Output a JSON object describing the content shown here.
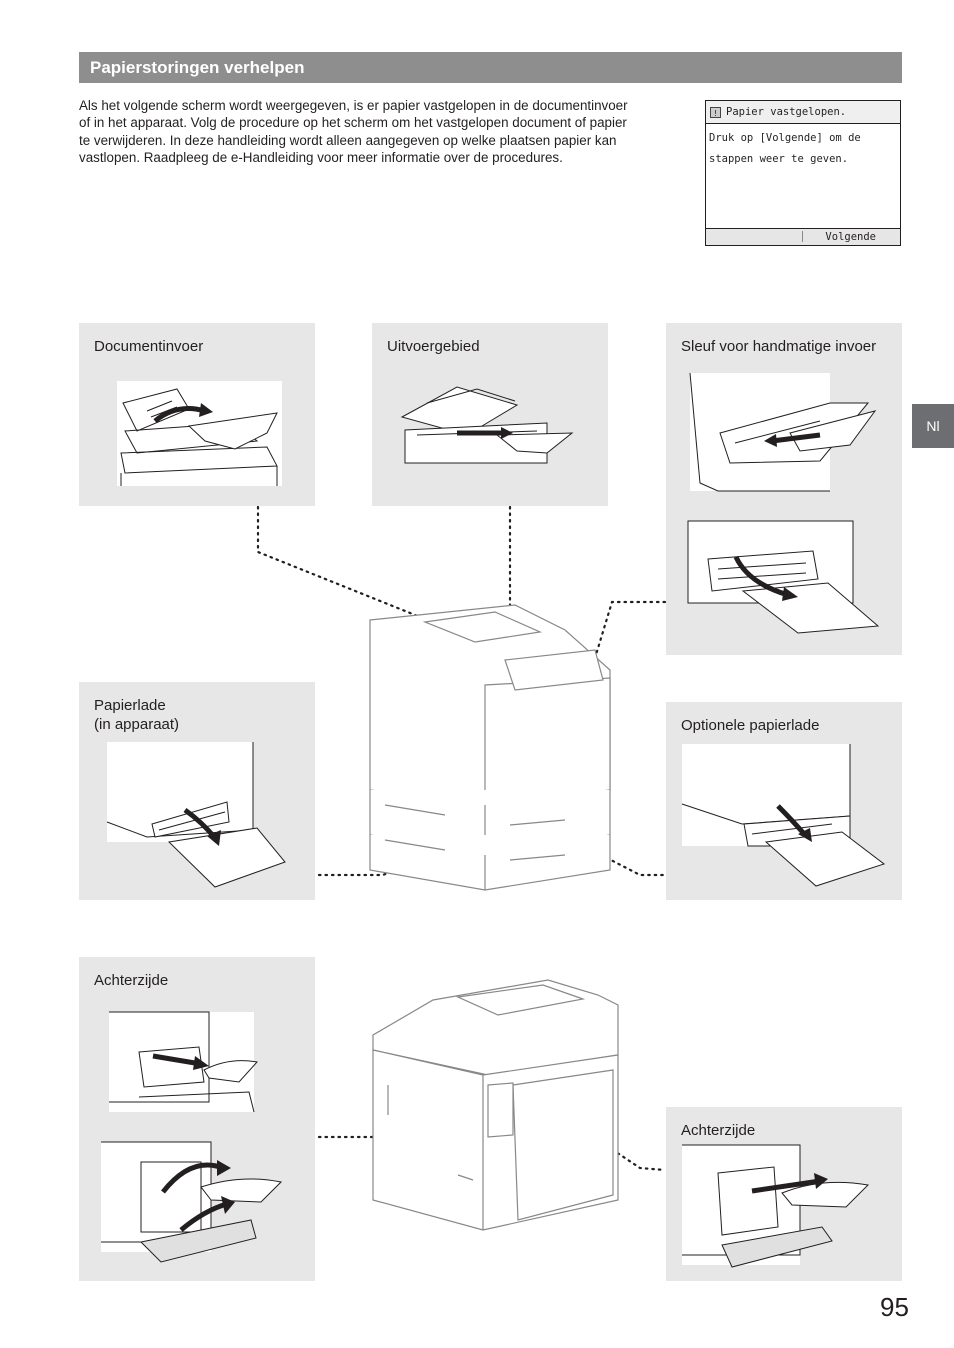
{
  "section": {
    "title": "Papierstoringen verhelpen"
  },
  "intro": {
    "lines": [
      "Als het volgende scherm wordt weergegeven, is er papier vastgelopen in de documentinvoer",
      "of in het apparaat. Volg de procedure op het scherm om het vastgelopen document of papier",
      "te verwijderen. In deze handleiding wordt alleen aangegeven op welke plaatsen papier kan",
      "vastlopen. Raadpleeg de e-Handleiding voor meer informatie over de procedures."
    ]
  },
  "lcd": {
    "title": "Papier vastgelopen.",
    "body_line1": "Druk op [Volgende] om de",
    "body_line2": "stappen weer te geven.",
    "next_button": "Volgende",
    "icon": "warning-icon"
  },
  "panels": {
    "documentinvoer": "Documentinvoer",
    "uitvoergebied": "Uitvoergebied",
    "sleuf": "Sleuf voor handmatige invoer",
    "papierlade_line1": "Papierlade",
    "papierlade_line2": "(in apparaat)",
    "optionele": "Optionele papierlade",
    "achterzijde_left": "Achterzijde",
    "achterzijde_right": "Achterzijde"
  },
  "language_tab": "Nl",
  "page_number": "95",
  "colors": {
    "section_bar": "#8e8e8e",
    "panel_bg": "#e7e7e8",
    "language_tab": "#6d6e71",
    "text": "#231f20"
  }
}
